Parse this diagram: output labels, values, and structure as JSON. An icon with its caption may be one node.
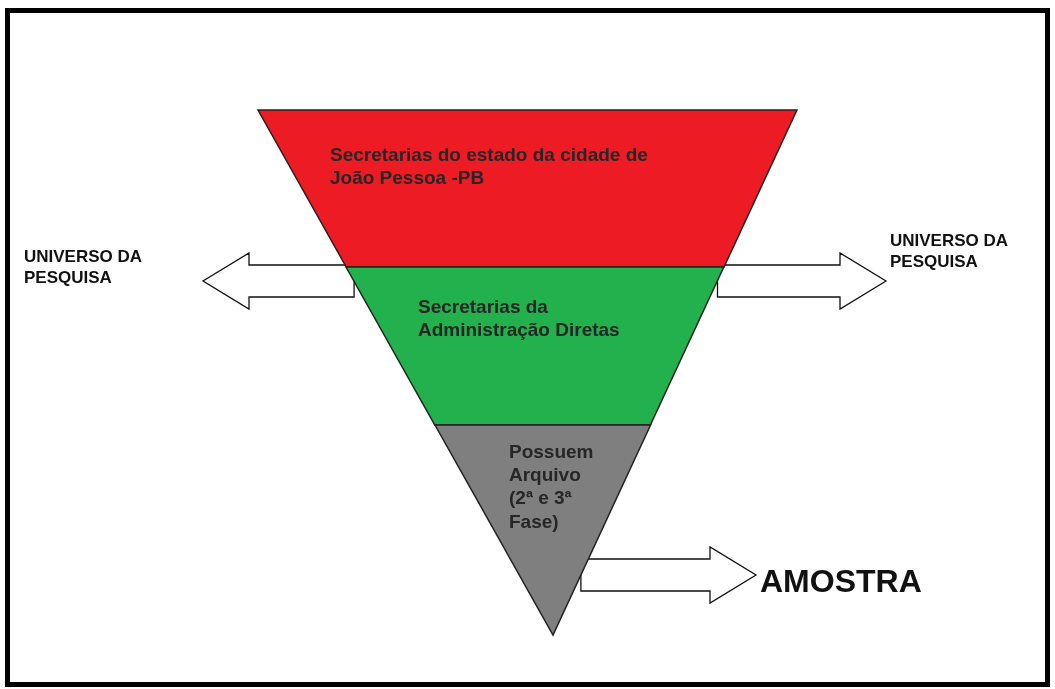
{
  "diagram": {
    "nodes": [
      {
        "text": [
          "Secretarias do estado da cidade de João Pessoa -PB"
        ]
      },
      {
        "text": [
          "Secretarias da Administração Diretas"
        ]
      },
      {
        "text": [
          "Possuem Arquivo (2ª e 3ª Fase)"
        ]
      },
      {
        "text": [
          "UNIVERSO DA PESQUISA"
        ]
      },
      {
        "text": [
          "UNIVERSO DA PESQUISA"
        ]
      },
      {
        "text": [
          "AMOSTRA"
        ]
      }
    ],
    "edges": [
      {
        "from": 1,
        "to": 3,
        "arrow": "to"
      },
      {
        "from": 1,
        "to": 4,
        "arrow": "to"
      },
      {
        "from": 2,
        "to": 5,
        "arrow": "to"
      }
    ]
  }
}
